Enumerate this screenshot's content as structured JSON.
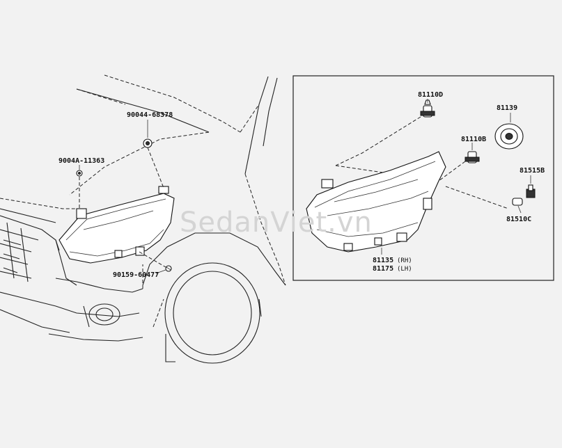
{
  "watermark": "SedanViet.vn",
  "labels": {
    "p90044": "90044-68378",
    "p9004a": "9004A-11363",
    "p90159": "90159-60477",
    "p81110d": "81110D",
    "p81110b": "81110B",
    "p81139": "81139",
    "p81515b": "81515B",
    "p81510c": "81510C",
    "p81135": "81135",
    "p81135_side": "(RH)",
    "p81175": "81175",
    "p81175_side": "(LH)"
  }
}
